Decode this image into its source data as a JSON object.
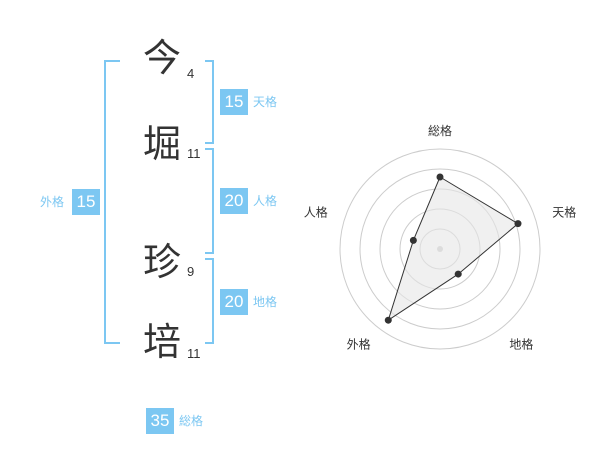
{
  "name_chars": [
    {
      "char": "今",
      "strokes": "4"
    },
    {
      "char": "堀",
      "strokes": "11"
    },
    {
      "char": "珍",
      "strokes": "9"
    },
    {
      "char": "培",
      "strokes": "11"
    }
  ],
  "kaku": {
    "tenkaku": {
      "label": "天格",
      "value": "15"
    },
    "jinkaku": {
      "label": "人格",
      "value": "20"
    },
    "chikaku": {
      "label": "地格",
      "value": "20"
    },
    "gaikaku": {
      "label": "外格",
      "value": "15"
    },
    "soukaku": {
      "label": "総格",
      "value": "35"
    }
  },
  "colors": {
    "accent": "#7cc7f2",
    "text": "#333333",
    "grid": "#cccccc",
    "fill": "#eeeeee"
  },
  "chart_data": {
    "type": "radar",
    "axes": [
      "総格",
      "天格",
      "地格",
      "外格",
      "人格"
    ],
    "values": [
      0.72,
      0.82,
      0.31,
      0.88,
      0.28
    ],
    "rings": 5
  }
}
